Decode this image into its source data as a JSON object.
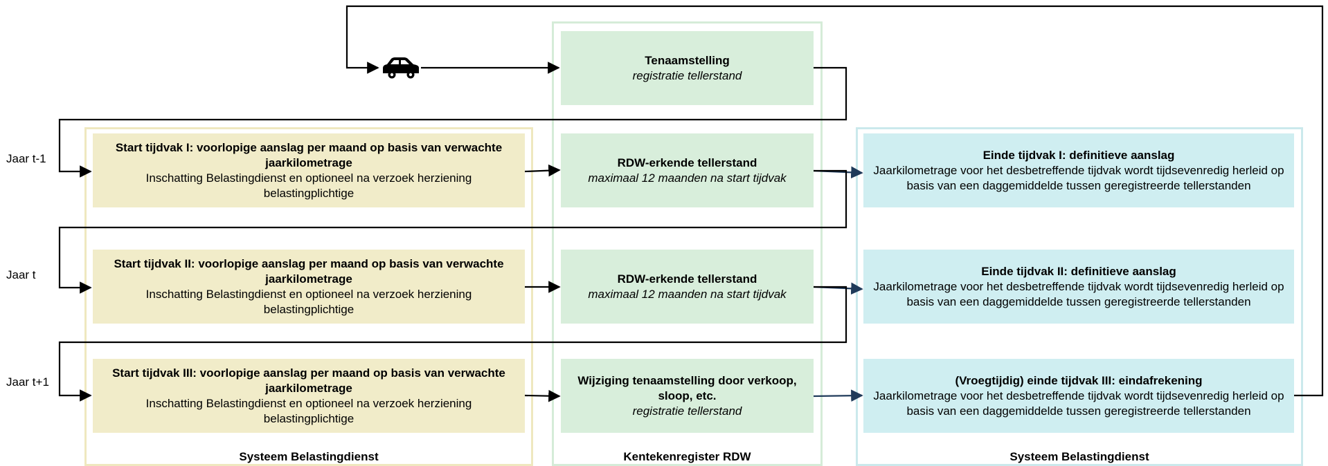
{
  "columns": {
    "left_title": "Systeem Belastingdienst",
    "mid_title": "Kentekenregister RDW",
    "right_title": "Systeem Belastingdienst"
  },
  "years": [
    "Jaar t-1",
    "Jaar t",
    "Jaar t+1"
  ],
  "registration": {
    "heading": "Tenaamstelling",
    "sub": "registratie tellerstand"
  },
  "start_boxes": [
    {
      "heading": "Start tijdvak I: voorlopige aanslag per maand op basis van verwachte jaarkilometrage",
      "body": "Inschatting Belastingdienst en optioneel na verzoek herziening belastingplichtige"
    },
    {
      "heading": "Start tijdvak II: voorlopige aanslag per maand op basis van verwachte jaarkilometrage",
      "body": "Inschatting Belastingdienst en optioneel na verzoek herziening belastingplichtige"
    },
    {
      "heading": "Start tijdvak III: voorlopige aanslag per maand op basis van verwachte jaarkilometrage",
      "body": "Inschatting Belastingdienst en optioneel na verzoek herziening belastingplichtige"
    }
  ],
  "rdw_boxes": [
    {
      "heading": "RDW-erkende tellerstand",
      "sub": "maximaal 12 maanden na start tijdvak"
    },
    {
      "heading": "RDW-erkende tellerstand",
      "sub": "maximaal 12 maanden na start tijdvak"
    },
    {
      "heading": "Wijziging tenaamstelling door verkoop, sloop, etc.",
      "sub": "registratie tellerstand"
    }
  ],
  "end_boxes": [
    {
      "heading": "Einde tijdvak I: definitieve aanslag",
      "body": "Jaarkilometrage voor het desbetreffende tijdvak wordt tijdsevenredig herleid op basis van een daggemiddelde tussen geregistreerde tellerstanden"
    },
    {
      "heading": "Einde tijdvak II: definitieve aanslag",
      "body": "Jaarkilometrage voor het desbetreffende tijdvak wordt tijdsevenredig herleid op basis van een daggemiddelde tussen geregistreerde tellerstanden"
    },
    {
      "heading": "(Vroegtijdig) einde tijdvak III: eindafrekening",
      "body": "Jaarkilometrage voor het desbetreffende tijdvak wordt tijdsevenredig herleid op basis van een daggemiddelde tussen geregistreerde tellerstanden"
    }
  ],
  "icons": {
    "vehicle": "car-icon"
  },
  "colors": {
    "yellow_box": "#f1ecc9",
    "green_box": "#d8eedb",
    "cyan_box": "#cfeef1",
    "arrow": "#000000",
    "arrow_dark_blue": "#1f3a5a"
  }
}
